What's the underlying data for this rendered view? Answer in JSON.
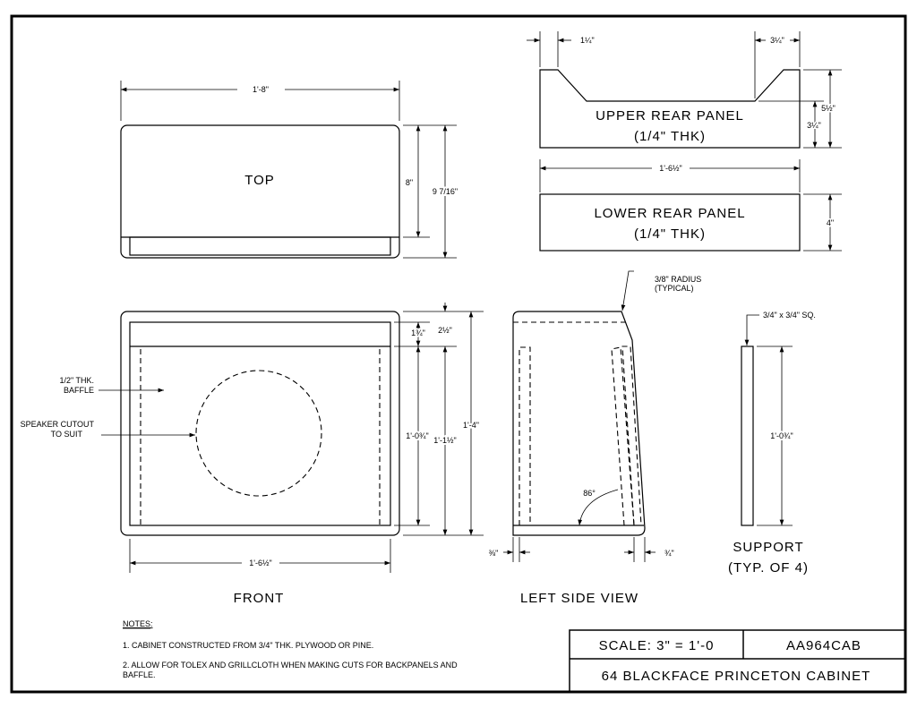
{
  "views": {
    "top": {
      "label": "TOP",
      "width_dim": "1'-8\"",
      "depth_dim": "8\"",
      "overall_depth_dim": "9 7/16\""
    },
    "upper_rear_panel": {
      "label": "UPPER REAR PANEL",
      "thickness": "(1/4\" THK)",
      "left_notch_dim": "1¼\"",
      "right_notch_dim": "3¼\"",
      "height_dim": "5½\"",
      "notch_height_dim": "3¼\"",
      "width_dim": "1'-6½\""
    },
    "lower_rear_panel": {
      "label": "LOWER REAR PANEL",
      "thickness": "(1/4\" THK)",
      "height_dim": "4\""
    },
    "front": {
      "label": "FRONT",
      "baffle_note_1": "1/2\" THK.",
      "baffle_note_2": "BAFFLE",
      "cutout_note_1": "SPEAKER CUTOUT",
      "cutout_note_2": "TO SUIT",
      "dim_top_strip": "1¾\"",
      "dim_top_overall": "2½\"",
      "dim_baffle": "1'-0¾\"",
      "dim_inner": "1'-1½\"",
      "dim_overall": "1'-4\"",
      "width_dim": "1'-6½\""
    },
    "left_side": {
      "label": "LEFT SIDE VIEW",
      "radius_note_1": "3/8\" RADIUS",
      "radius_note_2": "(TYPICAL)",
      "angle": "86°",
      "dim_left": "⅜\"",
      "dim_right": "¾\""
    },
    "support": {
      "label": "SUPPORT",
      "qty": "(TYP. OF 4)",
      "size_note": "3/4\" x 3/4\" SQ.",
      "length_dim": "1'-0¾\""
    }
  },
  "notes": {
    "heading": "NOTES:",
    "items": [
      "1. CABINET CONSTRUCTED FROM 3/4\" THK. PLYWOOD OR PINE.",
      "2. ALLOW FOR TOLEX AND GRILLCLOTH WHEN MAKING CUTS FOR BACKPANELS AND",
      "BAFFLE."
    ]
  },
  "title_block": {
    "scale": "SCALE:  3\"  =  1'-0",
    "drawing_number": "AA964CAB",
    "title": "64 BLACKFACE PRINCETON CABINET"
  }
}
